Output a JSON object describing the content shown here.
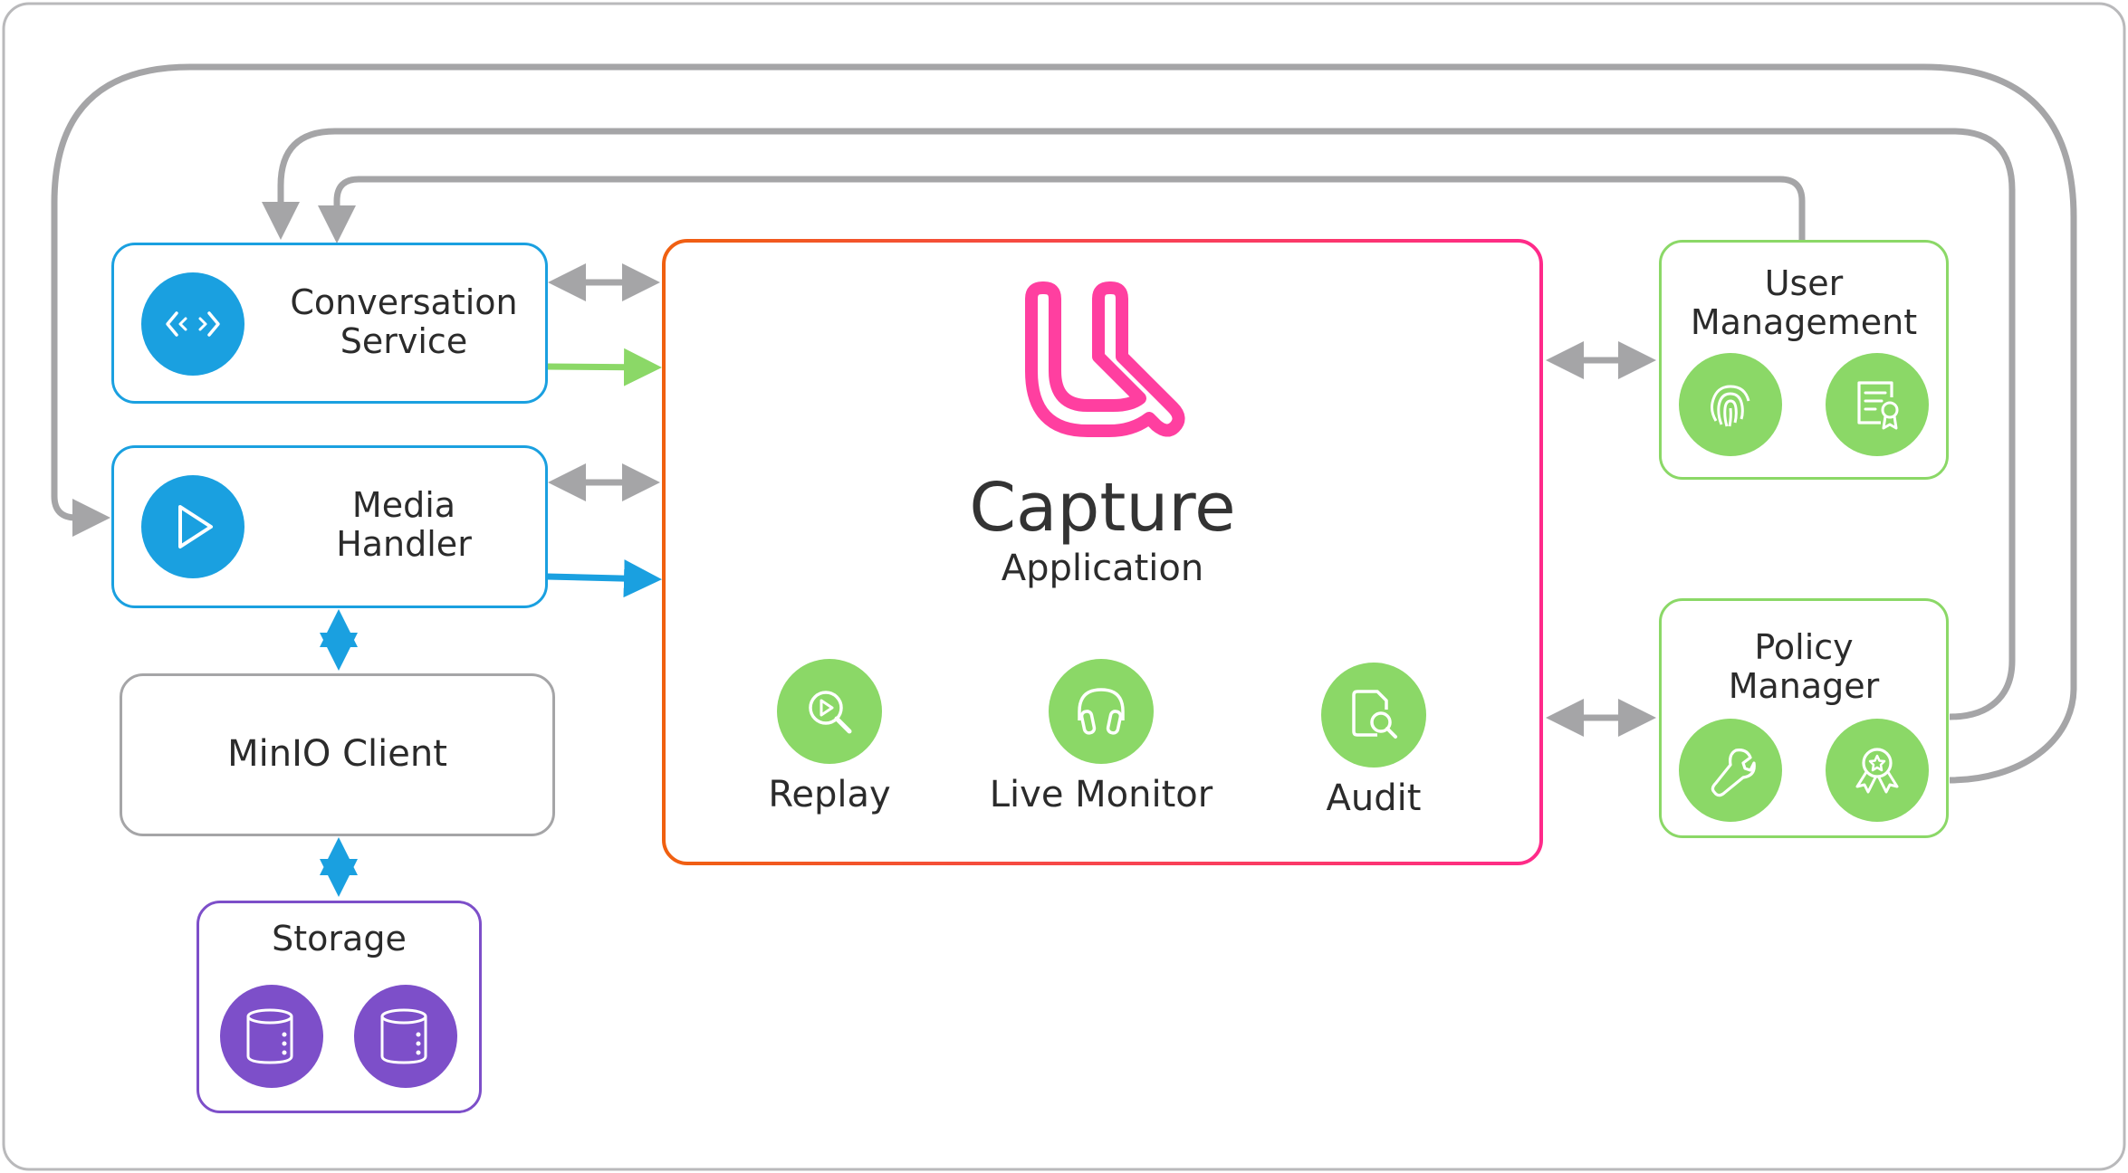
{
  "services": {
    "conversation": {
      "line1": "Conversation",
      "line2": "Service",
      "icon": "code-icon"
    },
    "media": {
      "line1": "Media",
      "line2": "Handler",
      "icon": "play-icon"
    },
    "minio": {
      "label": "MinIO Client"
    },
    "storage": {
      "label": "Storage",
      "icons": [
        "database-icon",
        "database-icon"
      ]
    }
  },
  "app": {
    "logo": "capture-u-logo",
    "title": "Capture",
    "subtitle": "Application",
    "features": [
      {
        "label": "Replay",
        "icon": "replay-search-icon"
      },
      {
        "label": "Live Monitor",
        "icon": "headset-icon"
      },
      {
        "label": "Audit",
        "icon": "document-search-icon"
      }
    ]
  },
  "user_management": {
    "line1": "User",
    "line2": "Management",
    "icons": [
      "fingerprint-icon",
      "certificate-icon"
    ]
  },
  "policy_manager": {
    "line1": "Policy",
    "line2": "Manager",
    "icons": [
      "wrench-icon",
      "award-icon"
    ]
  },
  "colors": {
    "blue": "#1aa0e0",
    "green": "#8bd867",
    "purple": "#7d4fc9",
    "gray": "#a5a5a7",
    "pink": "#ff3fa0",
    "orange": "#f06010"
  }
}
